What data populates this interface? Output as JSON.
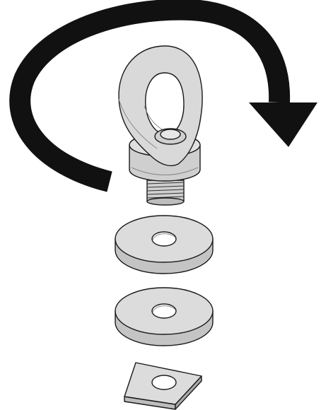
{
  "diagram": {
    "rotation": "clockwise",
    "parts": [
      {
        "name": "eye-bolt",
        "label": ""
      },
      {
        "name": "washer",
        "label": ""
      },
      {
        "name": "washer",
        "label": ""
      },
      {
        "name": "square-nut",
        "label": ""
      }
    ]
  },
  "icons": {
    "rotation_arrow": "clockwise-arrow-icon"
  },
  "colors": {
    "part_fill": "#d9d9d9",
    "part_fill_light": "#e6e6e6",
    "part_shadow": "#bdbdbd",
    "outline": "#1a1a1a",
    "arrow": "#111111",
    "background": "#ffffff"
  }
}
